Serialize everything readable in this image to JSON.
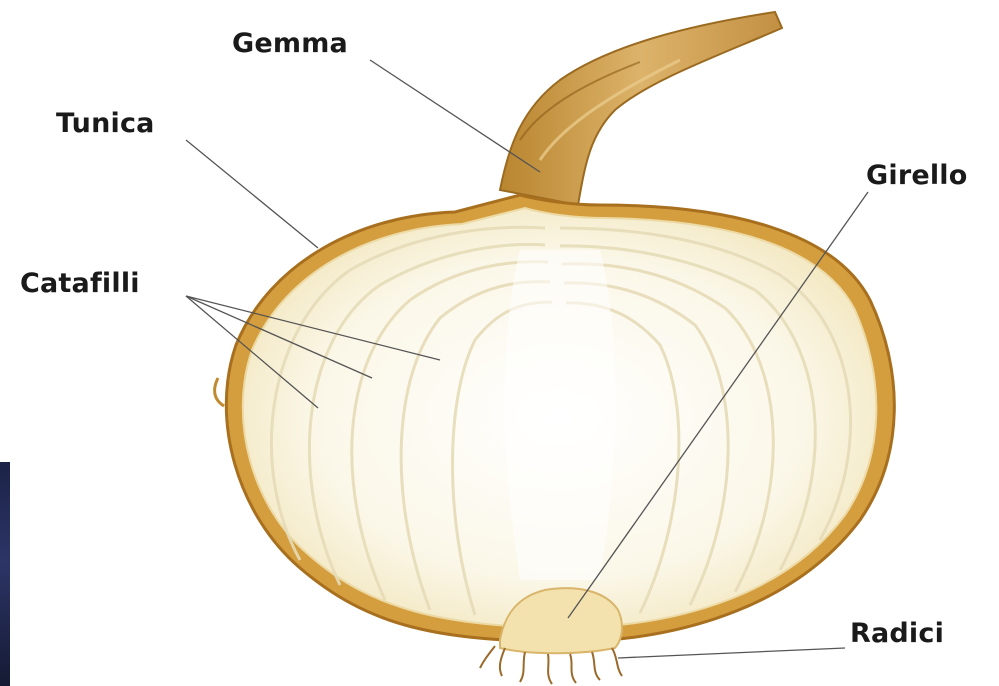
{
  "labels": {
    "gemma": "Gemma",
    "tunica": "Tunica",
    "catafilli": "Catafilli",
    "girello": "Girello",
    "radici": "Radici"
  },
  "colors": {
    "background": "#ffffff",
    "flesh": "#fbf6e4",
    "ring_line": "#e6dcb8",
    "skin": "#d09a3c",
    "skin_dark": "#a8701e",
    "stem": "#c99a4a",
    "leader_line": "#555555",
    "label_text": "#1a1a1a"
  }
}
